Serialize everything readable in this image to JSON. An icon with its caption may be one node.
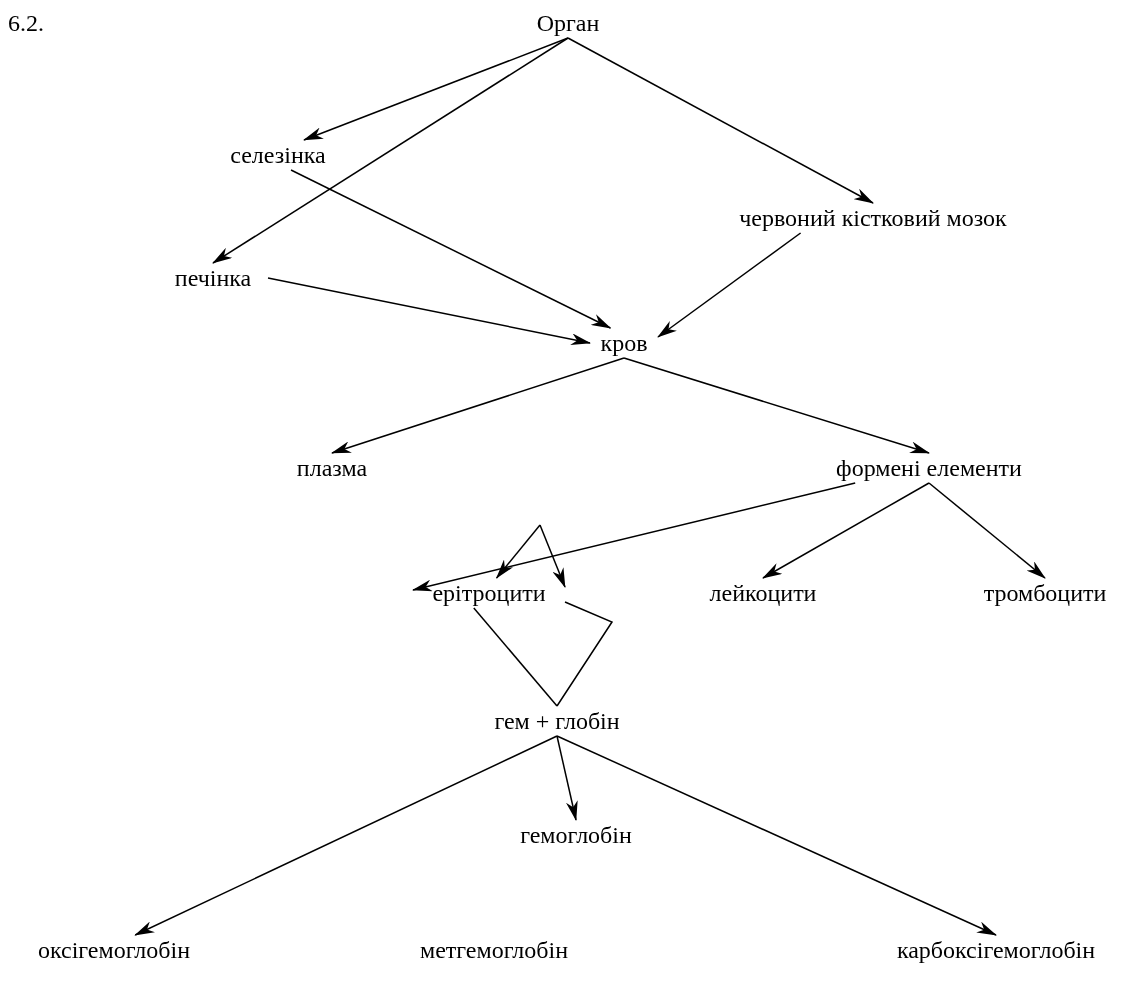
{
  "diagram": {
    "nodes": [
      {
        "text": [
          "Орган"
        ]
      },
      {
        "text": [
          "селезінка"
        ]
      },
      {
        "text": [
          "червоний кістковий мозок"
        ]
      },
      {
        "text": [
          "печінка"
        ]
      },
      {
        "text": [
          "кров"
        ]
      },
      {
        "text": [
          "плазма"
        ]
      },
      {
        "text": [
          "формені елементи"
        ]
      },
      {
        "text": [
          "ерітроцити"
        ]
      },
      {
        "text": [
          "лейкоцити"
        ]
      },
      {
        "text": [
          "тромбоцити"
        ]
      },
      {
        "text": [
          "гем + глобін"
        ]
      },
      {
        "text": [
          "гемоглобін"
        ]
      },
      {
        "text": [
          "оксігемоглобін"
        ]
      },
      {
        "text": [
          "метгемоглобін"
        ]
      },
      {
        "text": [
          "карбоксігемоглобін"
        ]
      }
    ],
    "edges": [
      {
        "from": 0,
        "to": 1,
        "arrow": "to"
      },
      {
        "from": 0,
        "to": 3,
        "arrow": "to"
      },
      {
        "from": 0,
        "to": 2,
        "arrow": "to"
      },
      {
        "from": 1,
        "to": 4,
        "arrow": "to"
      },
      {
        "from": 3,
        "to": 4,
        "arrow": "to"
      },
      {
        "from": 2,
        "to": 4,
        "arrow": "to"
      },
      {
        "from": 4,
        "to": 5,
        "arrow": "to"
      },
      {
        "from": 4,
        "to": 6,
        "arrow": "to"
      },
      {
        "from": 6,
        "to": 7,
        "arrow": "to"
      },
      {
        "from": 6,
        "to": 8,
        "arrow": "to"
      },
      {
        "from": 6,
        "to": 9,
        "arrow": "to"
      },
      {
        "from": null,
        "to": 7,
        "arrow": "to"
      },
      {
        "from": null,
        "to": 7,
        "arrow": "to"
      },
      {
        "from": 7,
        "to": 10,
        "arrow": "none"
      },
      {
        "from": 7,
        "to": 10,
        "arrow": "none"
      },
      {
        "from": 10,
        "to": 12,
        "arrow": "to"
      },
      {
        "from": 10,
        "to": 11,
        "arrow": "to"
      },
      {
        "from": 10,
        "to": 14,
        "arrow": "to"
      }
    ],
    "labels": [
      "6.2."
    ]
  }
}
